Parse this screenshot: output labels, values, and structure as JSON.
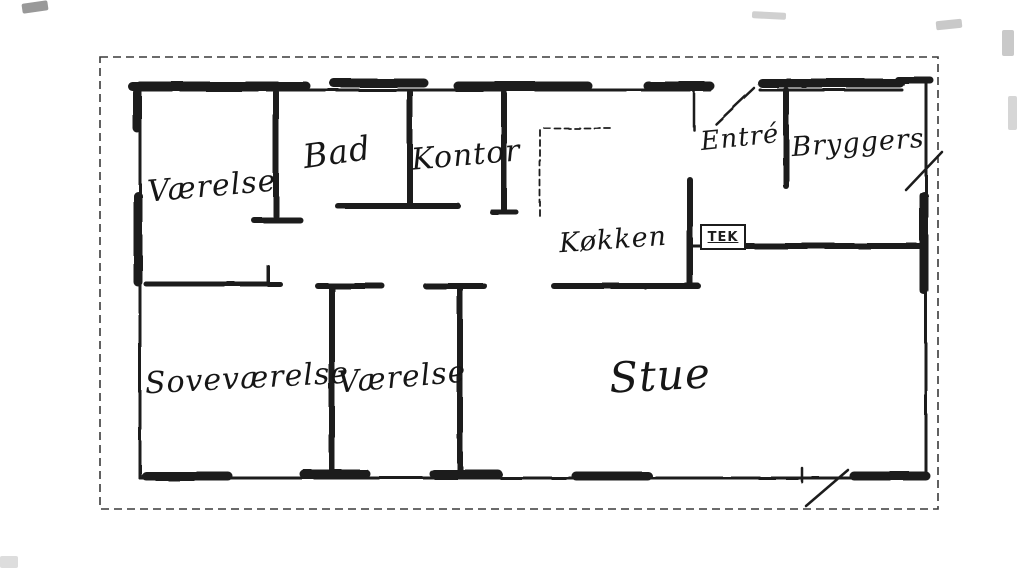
{
  "document": {
    "paper_color": "#ffffff",
    "ink_color": "#1c1c1c",
    "boundary_style": "dashed"
  },
  "rooms": [
    {
      "id": "vaerelse-1",
      "label": "Værelse"
    },
    {
      "id": "bad",
      "label": "Bad"
    },
    {
      "id": "kontor",
      "label": "Kontor"
    },
    {
      "id": "entre",
      "label": "Entré"
    },
    {
      "id": "bryggers",
      "label": "Bryggers"
    },
    {
      "id": "koekken",
      "label": "Køkken"
    },
    {
      "id": "tek",
      "label": "TEK"
    },
    {
      "id": "sovevaerelse",
      "label": "Soveværelse"
    },
    {
      "id": "vaerelse-2",
      "label": "Værelse"
    },
    {
      "id": "stue",
      "label": "Stue"
    }
  ]
}
